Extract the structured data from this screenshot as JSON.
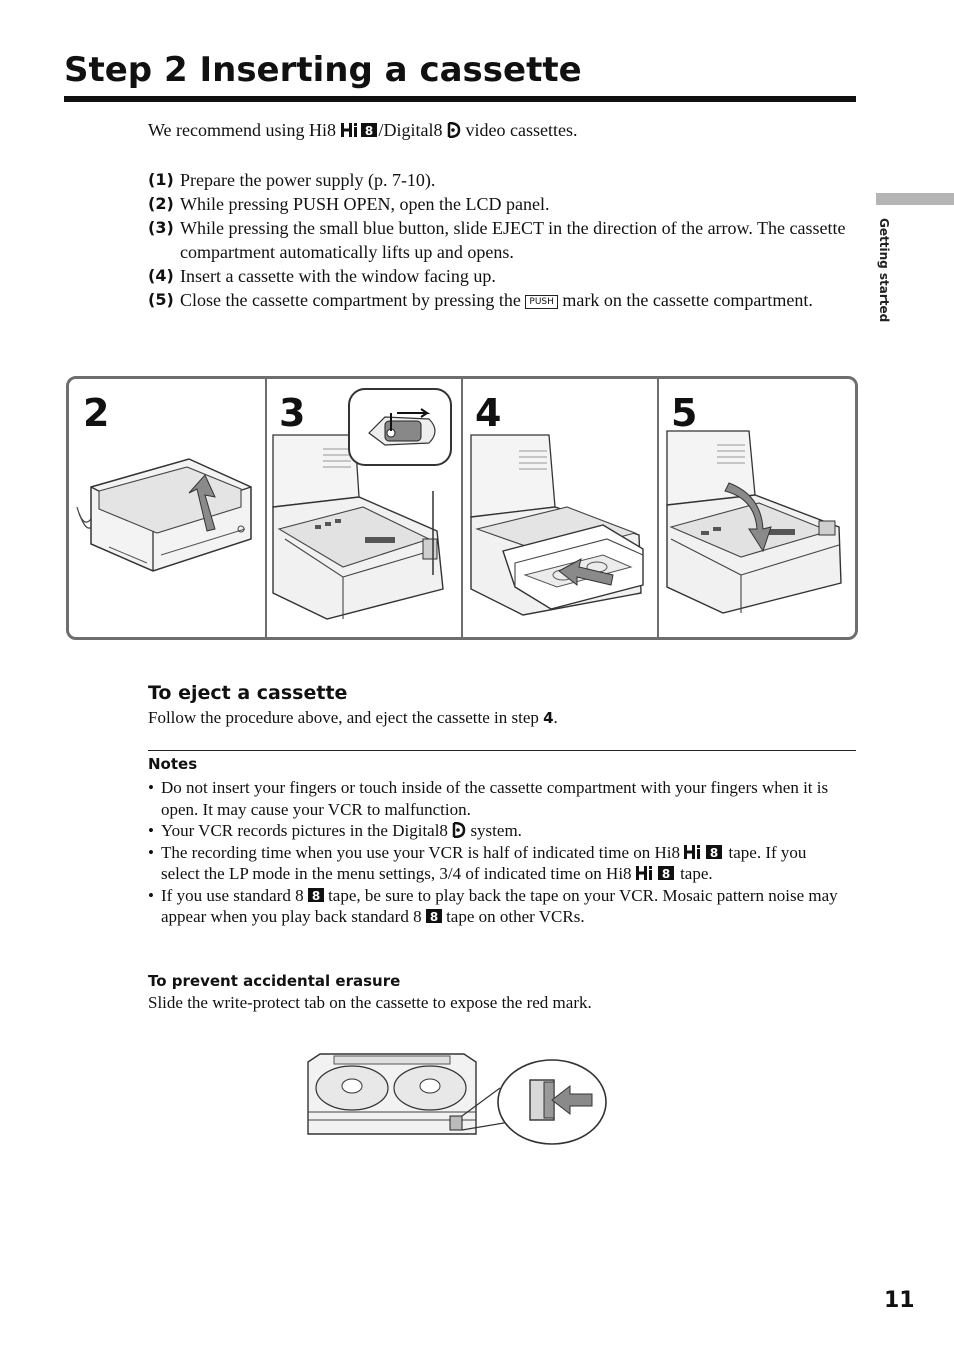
{
  "header": {
    "title": "Step 2  Inserting a cassette"
  },
  "sidebar": {
    "label": "Getting started"
  },
  "intro": {
    "before": "We recommend using Hi8 ",
    "middle": "/Digital8 ",
    "after": " video cassettes."
  },
  "steps": [
    {
      "num": "(1)",
      "text": "Prepare the power supply (p. 7-10)."
    },
    {
      "num": "(2)",
      "text": "While pressing PUSH OPEN, open the LCD panel."
    },
    {
      "num": "(3)",
      "text": "While pressing the small blue button, slide EJECT in the direction of the arrow. The cassette compartment automatically lifts up and opens."
    },
    {
      "num": "(4)",
      "text": "Insert a cassette with the window facing up."
    },
    {
      "num": "(5)",
      "before": "Close the cassette compartment by pressing the ",
      "mark": "PUSH",
      "after": " mark on the cassette compartment."
    }
  ],
  "illustrations": {
    "labels": [
      "2",
      "3",
      "4",
      "5"
    ]
  },
  "eject": {
    "heading": "To eject a cassette",
    "text_before": "Follow the procedure above, and eject the cassette in step ",
    "step_ref": "4",
    "text_after": "."
  },
  "notes": {
    "heading": "Notes",
    "items": [
      {
        "before": "Do not insert your fingers or touch inside of the cassette compartment with your fingers when it is open. It may cause your VCR to malfunction."
      },
      {
        "before": "Your VCR records pictures in the Digital8 ",
        "after": " system."
      },
      {
        "before": "The recording time when you use your VCR is half of indicated time on Hi8 ",
        "middle": " tape. If you select the LP mode in the menu settings, 3/4 of indicated time on Hi8 ",
        "after": " tape."
      },
      {
        "before": "If you use standard 8 ",
        "middle": " tape, be sure to play back the tape on your VCR. Mosaic pattern noise may appear when you  play back standard 8 ",
        "after": " tape on other VCRs."
      }
    ]
  },
  "erasure": {
    "heading": "To prevent accidental erasure",
    "text": "Slide the write-protect tab on the cassette to expose the red mark."
  },
  "page_number": "11",
  "colors": {
    "text": "#111111",
    "panel_border": "#6e6e6e",
    "side_bar": "#b5b5b5",
    "arrow": "#808080"
  }
}
